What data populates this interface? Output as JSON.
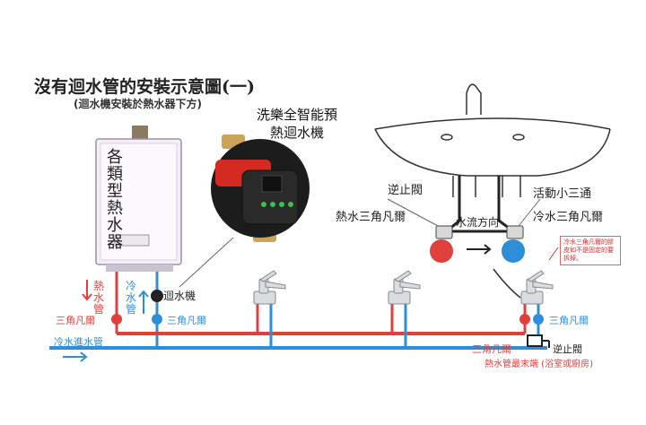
{
  "title": "沒有迴水管的安裝示意圖(一)",
  "subtitle": "(迴水機安裝於熱水器下方)",
  "pump_title": "洗樂全智能預熱迴水機",
  "heater_label": "各類型熱水器",
  "labels": {
    "hot_pipe": "熱水管",
    "cold_pipe": "冷水管",
    "circulator": "迴水機",
    "triangle_valve_left": "三角凡爾",
    "triangle_valve_cold": "三角凡爾",
    "cold_inlet": "冷水進水管",
    "check_valve_top": "逆止閥",
    "hot_triangle_valve": "熱水三角凡爾",
    "flow_direction": "水流方向",
    "small_tee": "活動小三通",
    "cold_triangle_valve": "冷水三角凡爾",
    "callout_note": "冷水三角凡爾的膠皮如不是固定的要拆掉。",
    "triangle_valve_right_cold": "三角凡爾",
    "triangle_valve_right_hot": "三角凡爾",
    "check_valve_bottom": "逆止閥",
    "end_of_hot_pipe": "熱水管最末端 (浴室或廚房)"
  },
  "colors": {
    "hot": "#e0403c",
    "cold": "#2e8fd8",
    "pump": "#d52a22",
    "pipe_dark": "#222222"
  }
}
